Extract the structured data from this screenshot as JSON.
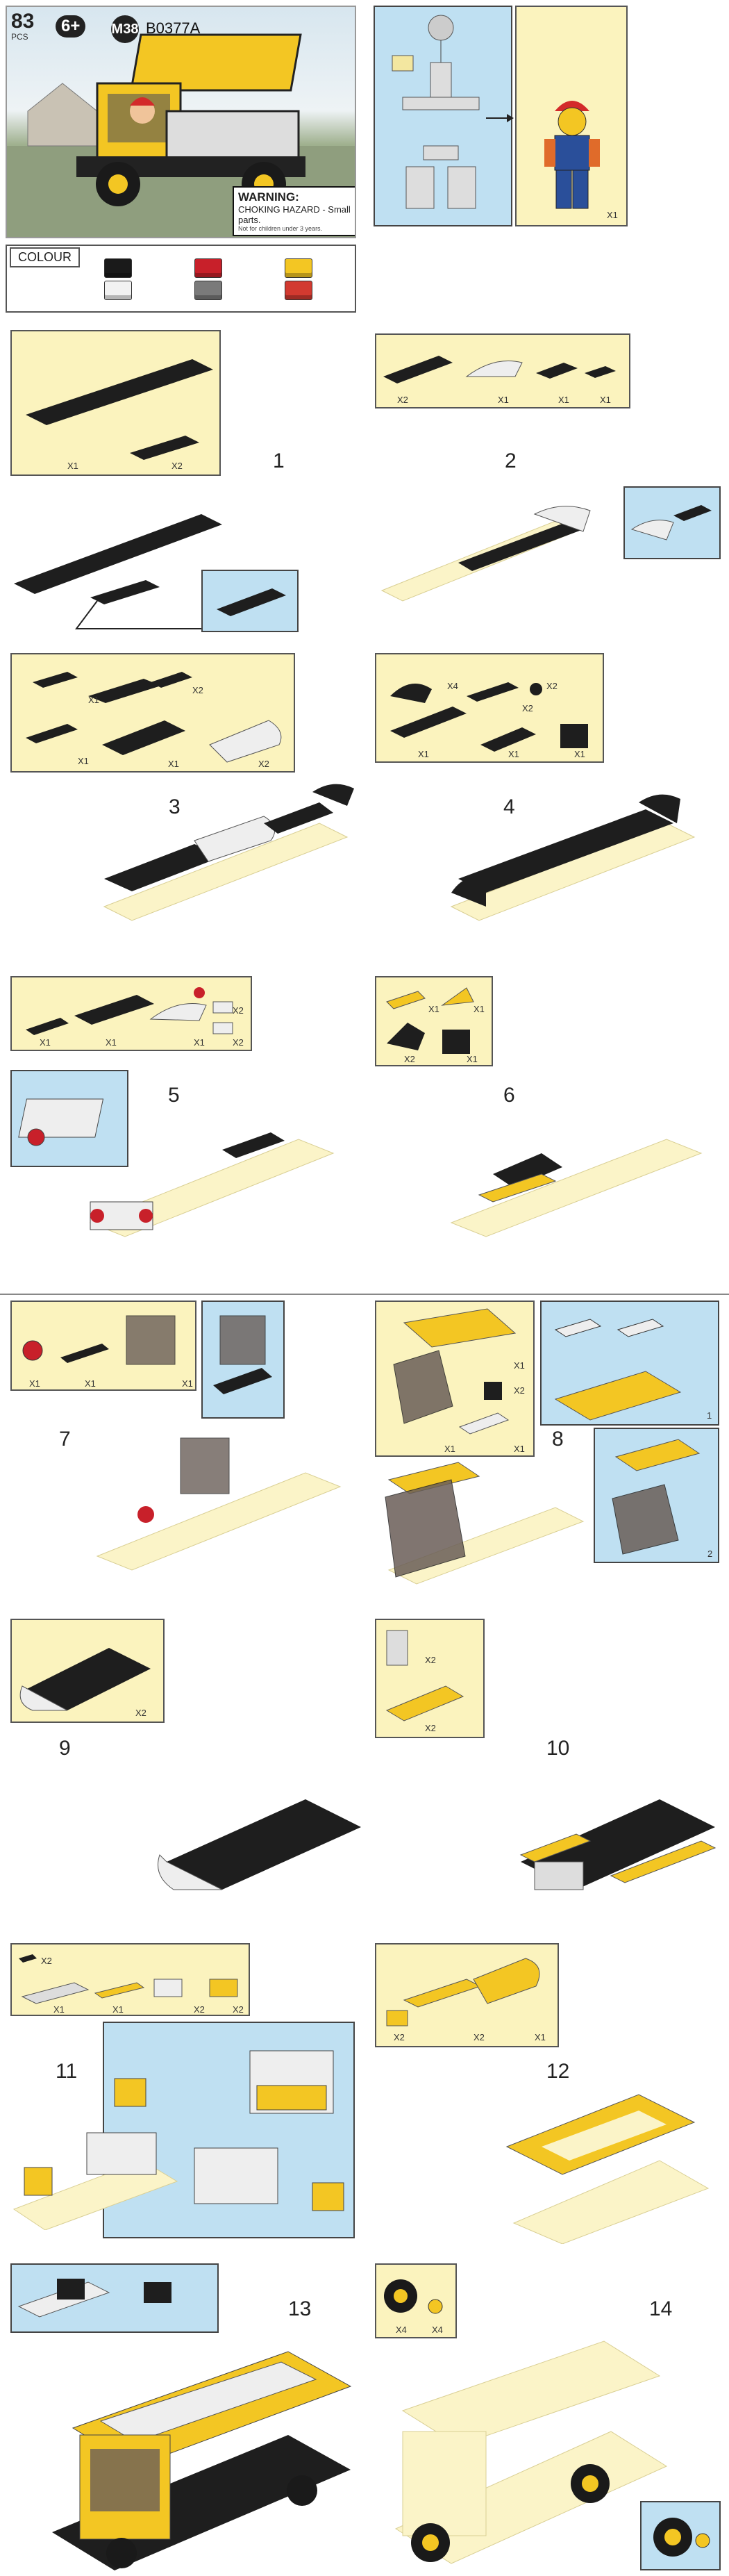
{
  "cover": {
    "piece_count": "83",
    "piece_unit": "PCS",
    "age": "6+",
    "series": "M38",
    "model_code": "B0377A",
    "warning_title": "WARNING:",
    "warning_line": "CHOKING HAZARD - Small parts.",
    "warning_small": "Not for children under 3 years."
  },
  "minifig": {
    "qty": "X1"
  },
  "colour": {
    "label": "COLOUR",
    "swatches": [
      "#1a1a1a",
      "#f2f2f2",
      "#c8202a",
      "#7a7a7a",
      "#f3c623",
      "#d23a30"
    ]
  },
  "colors": {
    "parts_bg": "#fbf3be",
    "callout_bg": "#bfe0f2",
    "brick_black": "#1e1e1e",
    "brick_yellow": "#f3c623",
    "ghost": "#fbf4c8"
  },
  "steps": [
    {
      "num": "1",
      "qtys": [
        "X1",
        "X2"
      ]
    },
    {
      "num": "2",
      "qtys": [
        "X2",
        "X1",
        "X1",
        "X1"
      ]
    },
    {
      "num": "3",
      "qtys": [
        "X1",
        "X2",
        "X1",
        "X1",
        "X2"
      ]
    },
    {
      "num": "4",
      "qtys": [
        "X4",
        "X2",
        "X2",
        "X1",
        "X1",
        "X1"
      ]
    },
    {
      "num": "5",
      "qtys": [
        "X1",
        "X1",
        "X1",
        "X2",
        "X2"
      ]
    },
    {
      "num": "6",
      "qtys": [
        "X1",
        "X1",
        "X2",
        "X1"
      ]
    },
    {
      "num": "7",
      "qtys": [
        "X1",
        "X1",
        "X1"
      ]
    },
    {
      "num": "8",
      "qtys": [
        "X1",
        "X2",
        "X1",
        "X1"
      ]
    },
    {
      "num": "9",
      "qtys": [
        "X2"
      ]
    },
    {
      "num": "10",
      "qtys": [
        "X2",
        "X2"
      ]
    },
    {
      "num": "11",
      "qtys": [
        "X2",
        "X1",
        "X1",
        "X2",
        "X2"
      ]
    },
    {
      "num": "12",
      "qtys": [
        "X2",
        "X2",
        "X1"
      ]
    },
    {
      "num": "13",
      "qtys": []
    },
    {
      "num": "14",
      "qtys": [
        "X4",
        "X4"
      ]
    }
  ],
  "substeps": {
    "a": "1",
    "b": "2"
  }
}
